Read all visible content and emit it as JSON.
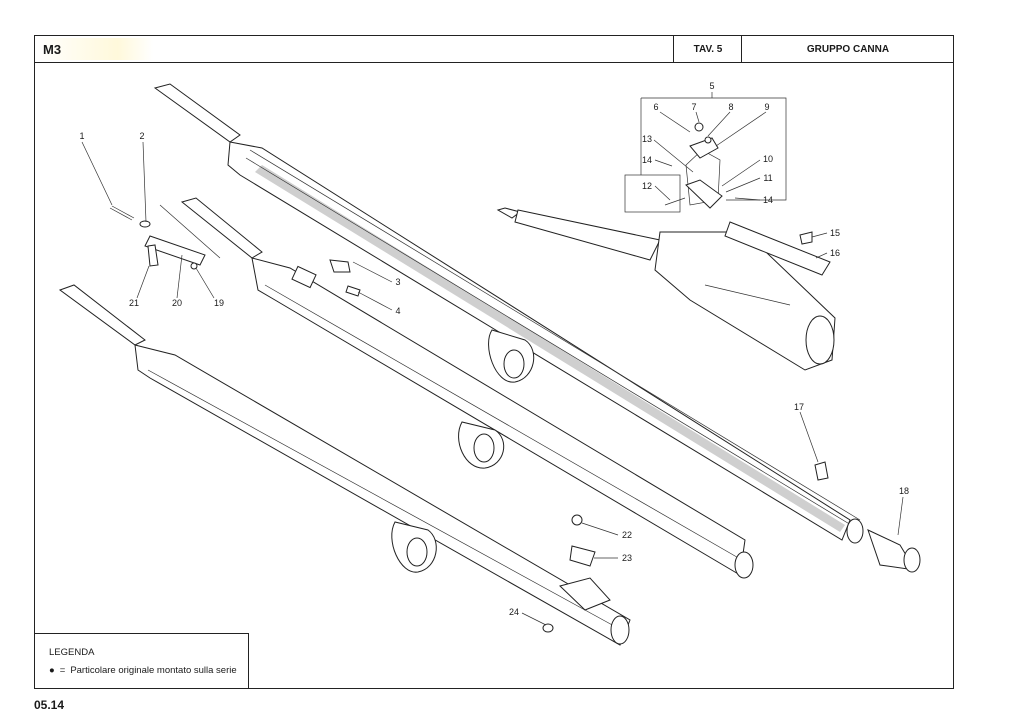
{
  "header": {
    "model": "M3",
    "table": "TAV. 5",
    "group": "GRUPPO CANNA"
  },
  "legend": {
    "title": "LEGENDA",
    "symbol": "●",
    "equals": "=",
    "text": "Particolare originale montato sulla serie"
  },
  "footer": {
    "page": "05.14"
  },
  "parts": {
    "p1": "1",
    "p2": "2",
    "p3": "3",
    "p4": "4",
    "p5": "5",
    "p6": "6",
    "p7": "7",
    "p8": "8",
    "p9": "9",
    "p10": "10",
    "p11": "11",
    "p12": "12",
    "p13": "13",
    "p14a": "14",
    "p14b": "14",
    "p15": "15",
    "p16": "16",
    "p17": "17",
    "p18": "18",
    "p19": "19",
    "p20": "20",
    "p21": "21",
    "p22": "22",
    "p23": "23",
    "p24": "24"
  }
}
